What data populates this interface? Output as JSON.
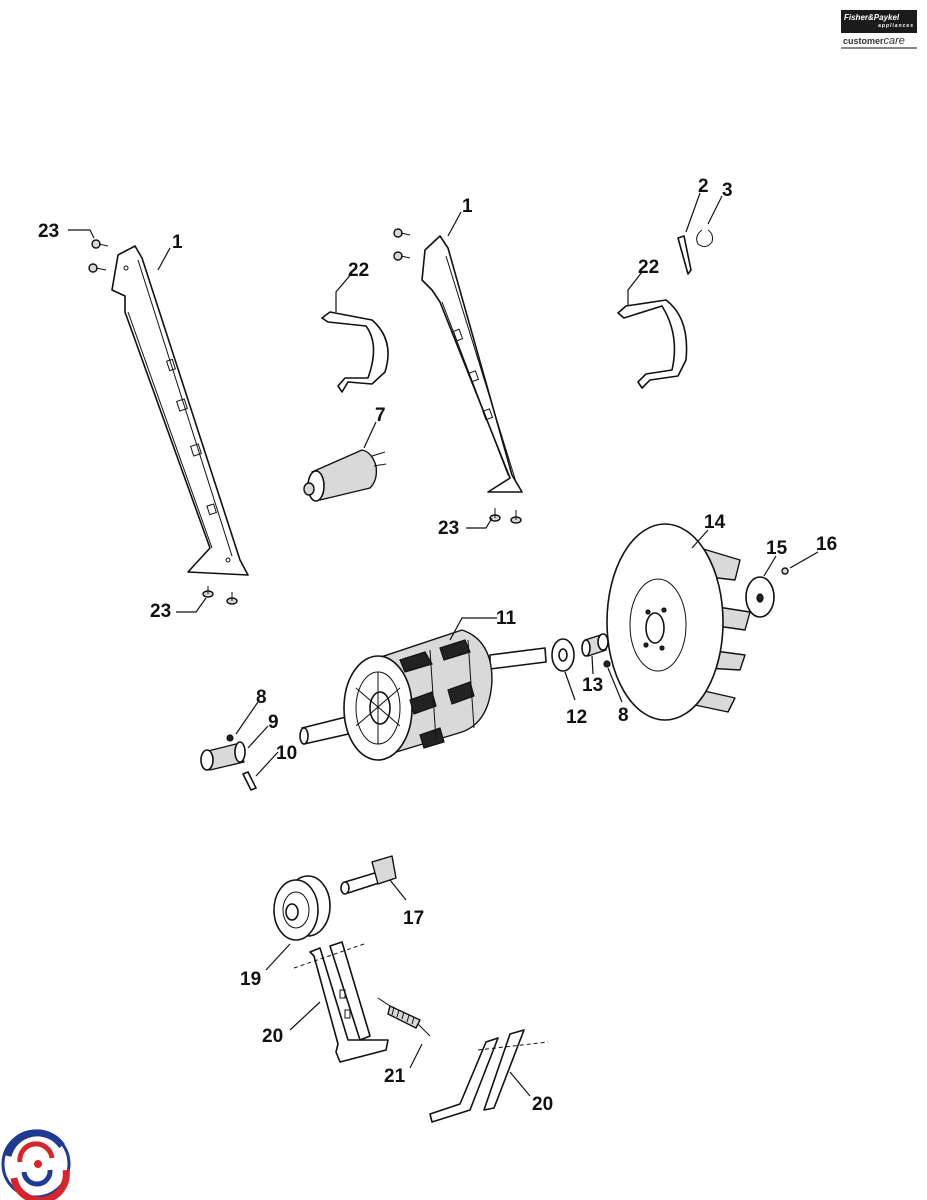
{
  "brand": {
    "name": "Fisher&Paykel",
    "tagline": "appliances",
    "care_word1": "customer",
    "care_word2": "care"
  },
  "callouts": {
    "c1a": "1",
    "c1b": "1",
    "c2": "2",
    "c3": "3",
    "c7": "7",
    "c8a": "8",
    "c8b": "8",
    "c9": "9",
    "c10": "10",
    "c11": "11",
    "c12": "12",
    "c13": "13",
    "c14": "14",
    "c15": "15",
    "c16": "16",
    "c17": "17",
    "c19": "19",
    "c20a": "20",
    "c20b": "20",
    "c21": "21",
    "c22a": "22",
    "c22b": "22",
    "c23a": "23",
    "c23b": "23",
    "c23c": "23"
  },
  "colors": {
    "logo_blue": "#1f3a93",
    "logo_red": "#d6262b",
    "ink": "#111111"
  }
}
